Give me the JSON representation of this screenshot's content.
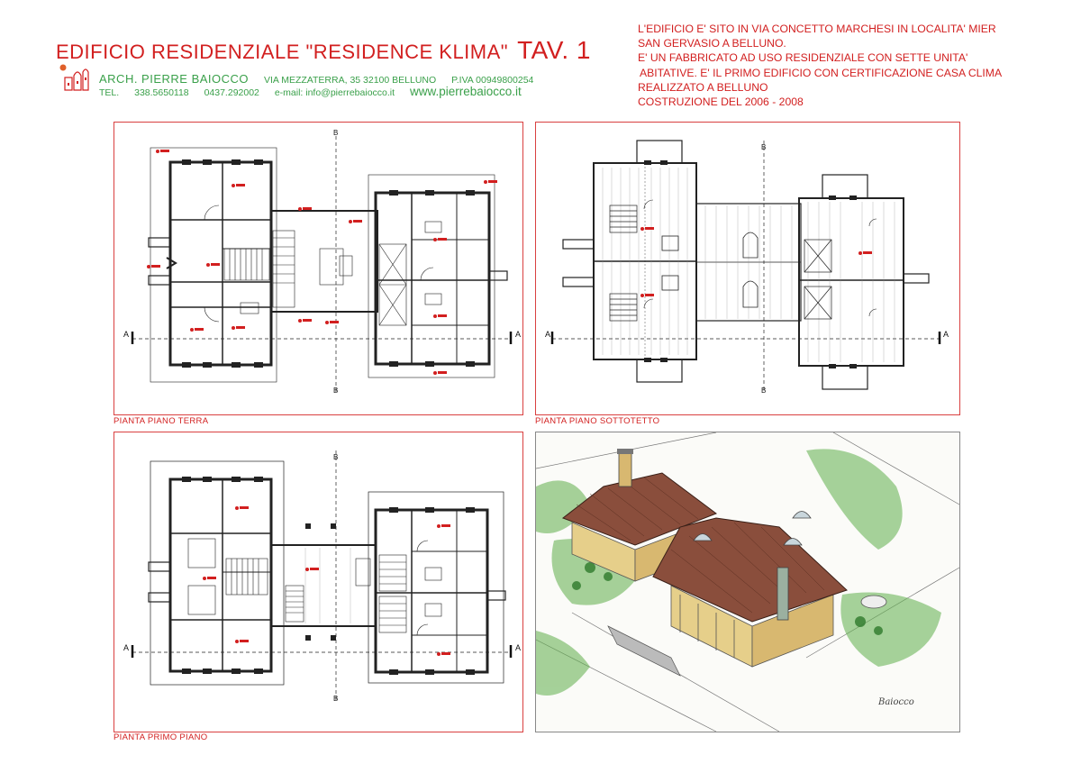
{
  "header": {
    "title": "EDIFICIO RESIDENZIALE \"RESIDENCE KLIMA\"",
    "table_number": "TAV. 1",
    "architect": "ARCH.  PIERRE BAIOCCO",
    "address": "VIA MEZZATERRA, 35 32100 BELLUNO",
    "vat": "P.IVA 00949800254",
    "tel_label": "TEL.",
    "tel_mobile": "338.5650118",
    "tel_office": "0437.292002",
    "email": "e-mail:  info@pierrebaiocco.it",
    "website": "www.pierrebaiocco.it"
  },
  "description": {
    "lines": [
      "L'EDIFICIO E' SITO IN VIA CONCETTO MARCHESI IN LOCALITA' MIER",
      "SAN GERVASIO A BELLUNO.",
      "E' UN FABBRICATO AD USO RESIDENZIALE CON SETTE UNITA'",
      "ABITATIVE. E' IL PRIMO EDIFICIO CON CERTIFICAZIONE CASA CLIMA",
      "REALIZZATO A BELLUNO",
      "COSTRUZIONE DEL 2006 - 2008"
    ]
  },
  "panels": {
    "ground_floor": {
      "caption": "PIANTA PIANO TERRA",
      "section_a": "A",
      "section_b": "B"
    },
    "attic_floor": {
      "caption": "PIANTA PIANO SOTTOTETTO",
      "section_a": "A",
      "section_b": "B"
    },
    "first_floor": {
      "caption": "PIANTA PRIMO PIANO",
      "section_a": "A",
      "section_b": "B"
    },
    "perspective": {
      "signature": "Baiocco"
    }
  },
  "colors": {
    "accent_red": "#d21f1f",
    "studio_green": "#3aa04a",
    "panel_border": "#d94040",
    "roof_brown": "#8a4e3c",
    "grass_green": "#5fae4a"
  }
}
